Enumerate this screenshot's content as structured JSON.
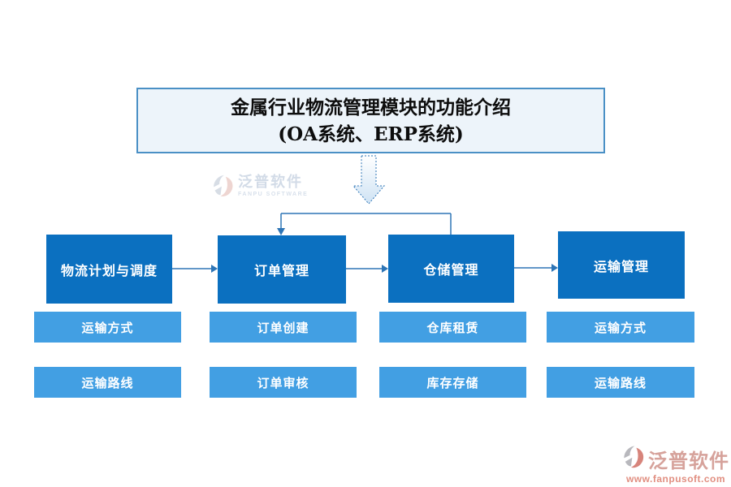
{
  "title": {
    "line1": "金属行业物流管理模块的功能介绍",
    "line2": "(OA系统、ERP系统)"
  },
  "brand": {
    "name": "泛普软件",
    "name_en": "FANPU SOFTWARE",
    "url": "www.fanpusoft.com"
  },
  "flow": {
    "columns": [
      {
        "main": "物流计划与调度",
        "subs": [
          "运输方式",
          "运输路线"
        ]
      },
      {
        "main": "订单管理",
        "subs": [
          "订单创建",
          "订单审核"
        ]
      },
      {
        "main": "仓储管理",
        "subs": [
          "仓库租赁",
          "库存存储"
        ]
      },
      {
        "main": "运输管理",
        "subs": [
          "运输方式",
          "运输路线"
        ]
      }
    ]
  },
  "colors": {
    "main_box": "#0b70c0",
    "sub_box": "#429fe3",
    "connector": "#2e75b6",
    "title_bg": "#edf4fa",
    "title_border": "#4a90c5",
    "arrow_fill_top": "#ffffff",
    "arrow_fill_bottom": "#cfe3f4"
  }
}
